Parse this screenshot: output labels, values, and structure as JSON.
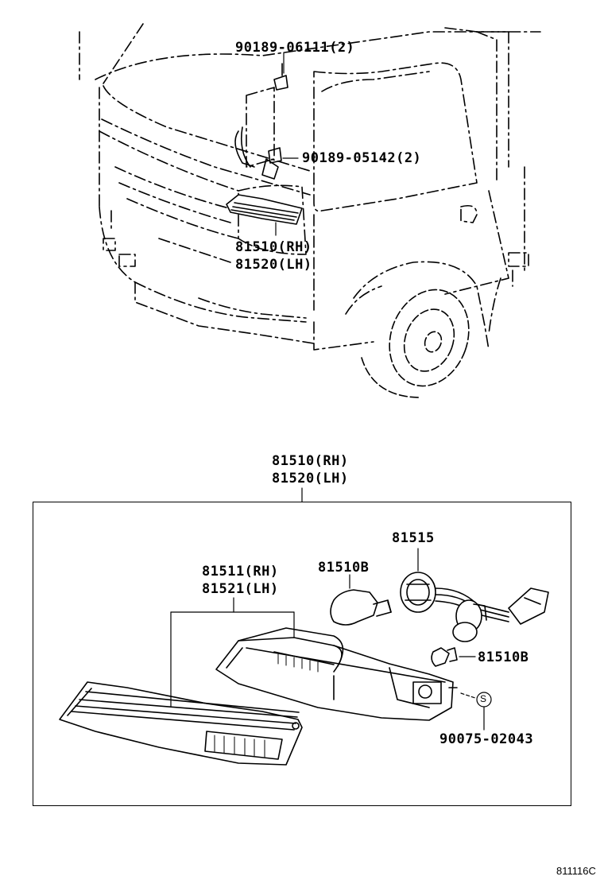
{
  "callouts": {
    "clip_top": "90189-06111(2)",
    "clip_lower": "90189-05142(2)",
    "lamp_assy_rh": "81510(RH)",
    "lamp_assy_lh": "81520(LH)",
    "detail_assy_rh": "81510(RH)",
    "detail_assy_lh": "81520(LH)",
    "lens_rh": "81511(RH)",
    "lens_lh": "81521(LH)",
    "bulb_large": "81510B",
    "socket": "81515",
    "bulb_small": "81510B",
    "screw_symbol": "S",
    "screw": "90075-02043"
  },
  "figure_ref": "811116C"
}
